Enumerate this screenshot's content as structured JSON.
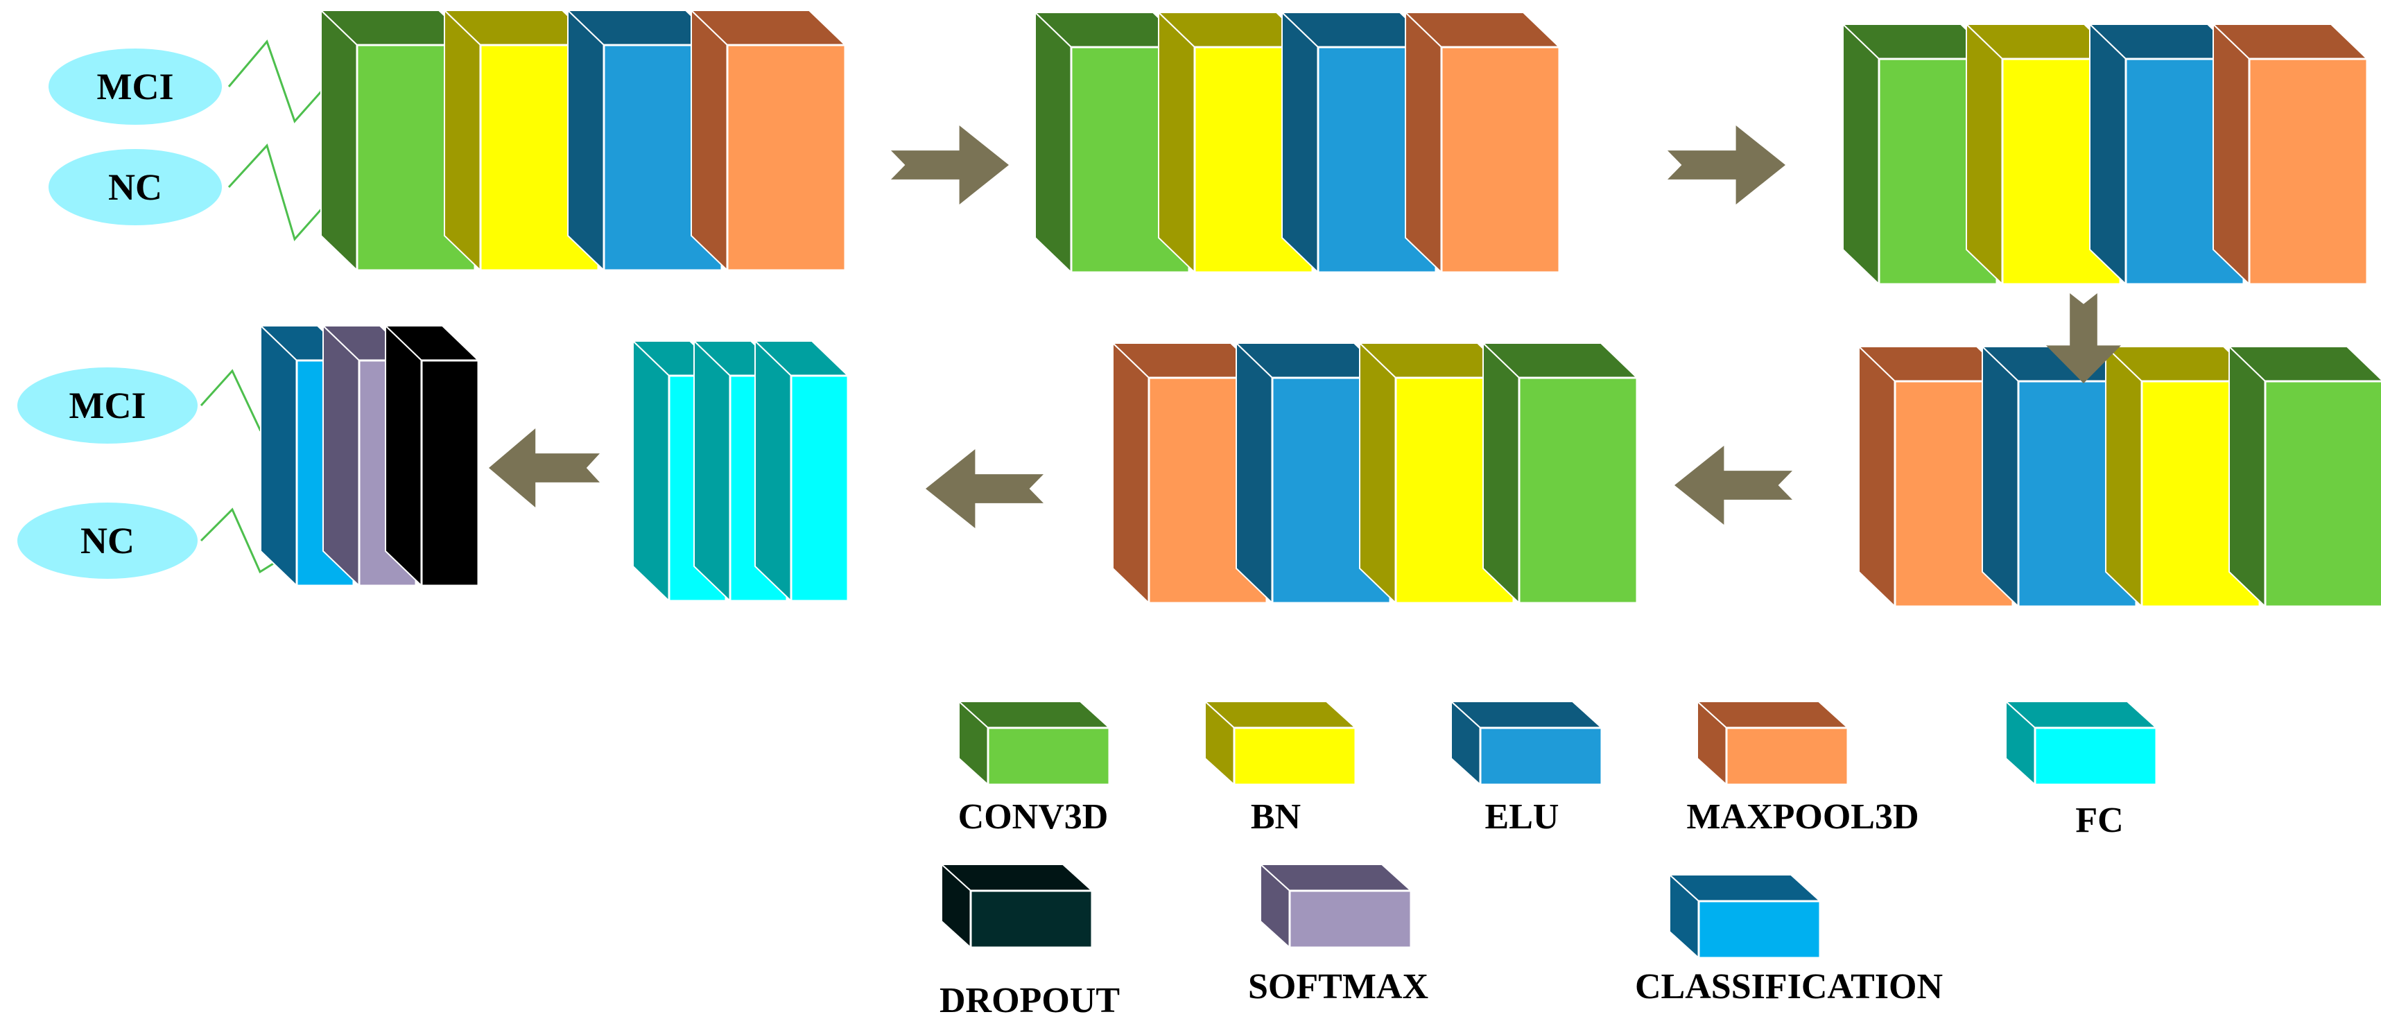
{
  "inputs_top": {
    "labels": [
      "MCI",
      "NC"
    ]
  },
  "outputs_bottom": {
    "labels": [
      "MCI",
      "NC"
    ]
  },
  "legend": [
    {
      "key": "conv3d",
      "label": "CONV3D"
    },
    {
      "key": "bn",
      "label": "BN"
    },
    {
      "key": "elu",
      "label": "ELU"
    },
    {
      "key": "maxpool3d",
      "label": "MAXPOOL3D"
    },
    {
      "key": "fc",
      "label": "FC"
    },
    {
      "key": "dropout",
      "label": "DROPOUT"
    },
    {
      "key": "softmax",
      "label": "SOFTMAX"
    },
    {
      "key": "classification",
      "label": "CLASSIFICATION"
    }
  ],
  "colors": {
    "conv3d": {
      "front": "#6DCE41",
      "side": "#3F7A25",
      "top": "#3F7A25"
    },
    "bn": {
      "front": "#FFFF00",
      "side": "#9E9A00",
      "top": "#9E9A00"
    },
    "elu": {
      "front": "#1F9BD8",
      "side": "#0E5A7E",
      "top": "#0E5A7E"
    },
    "maxpool3d": {
      "front": "#FF9955",
      "side": "#A8562E",
      "top": "#A8562E"
    },
    "fc": {
      "front": "#00FFFF",
      "side": "#00A0A0",
      "top": "#00A0A0"
    },
    "dropout": {
      "front": "#022B2B",
      "side": "#011515",
      "top": "#011515"
    },
    "dropout_block": {
      "front": "#000000",
      "side": "#000000",
      "top": "#000000"
    },
    "softmax": {
      "front": "#A196BC",
      "side": "#5D5575",
      "top": "#5D5575"
    },
    "classification": {
      "front": "#00B0F0",
      "side": "#0A5F88",
      "top": "#0A5F88"
    },
    "arrow": "#7A7355",
    "input_ellipse": "#99F3FF",
    "connector_line": "#4DBF4D"
  }
}
